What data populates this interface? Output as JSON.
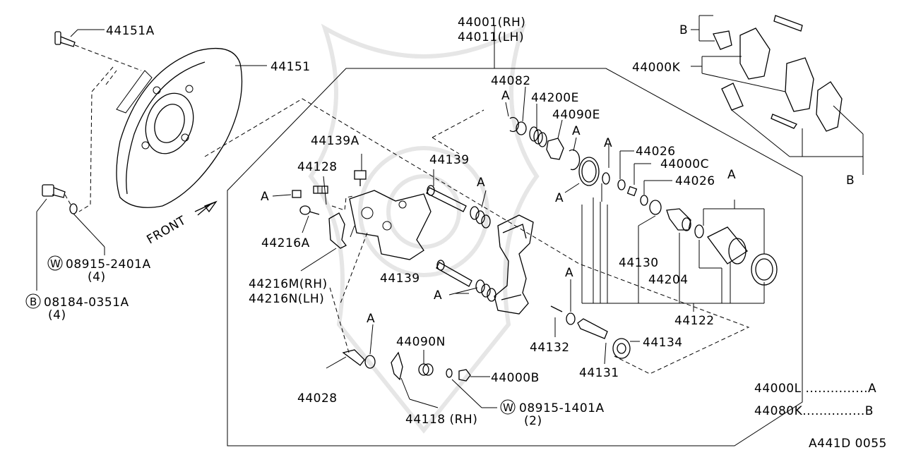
{
  "labels": {
    "p44151A": "44151A",
    "p44151": "44151",
    "p44001": "44001(RH)",
    "p44011": "44011(LH)",
    "p44082": "44082",
    "p44200E": "44200E",
    "p44090E": "44090E",
    "p44139A": "44139A",
    "p44139top": "44139",
    "p44128": "44128",
    "p44216A": "44216A",
    "p44216M": "44216M(RH)",
    "p44216N": "44216N(LH)",
    "p44139bot": "44139",
    "p44026a": "44026",
    "p44000C": "44000C",
    "p44026b": "44026",
    "p44130": "44130",
    "p44204": "44204",
    "p44122": "44122",
    "p44132": "44132",
    "p44134": "44134",
    "p44131": "44131",
    "p44090N": "44090N",
    "p44000B": "44000B",
    "p44028": "44028",
    "p44118": "44118 (RH)",
    "p44000K": "44000K",
    "washer1": "08915-2401A",
    "washer1qty": "(4)",
    "bolt1": "08184-0351A",
    "bolt1qty": "(4)",
    "washer2": "08915-1401A",
    "washer2qty": "(2)",
    "front": "FRONT",
    "markA": "A",
    "markB": "B",
    "markW": "W",
    "legend1": "44000L ...............A",
    "legend2": "44080K...............B",
    "code": "A441D 0055"
  }
}
